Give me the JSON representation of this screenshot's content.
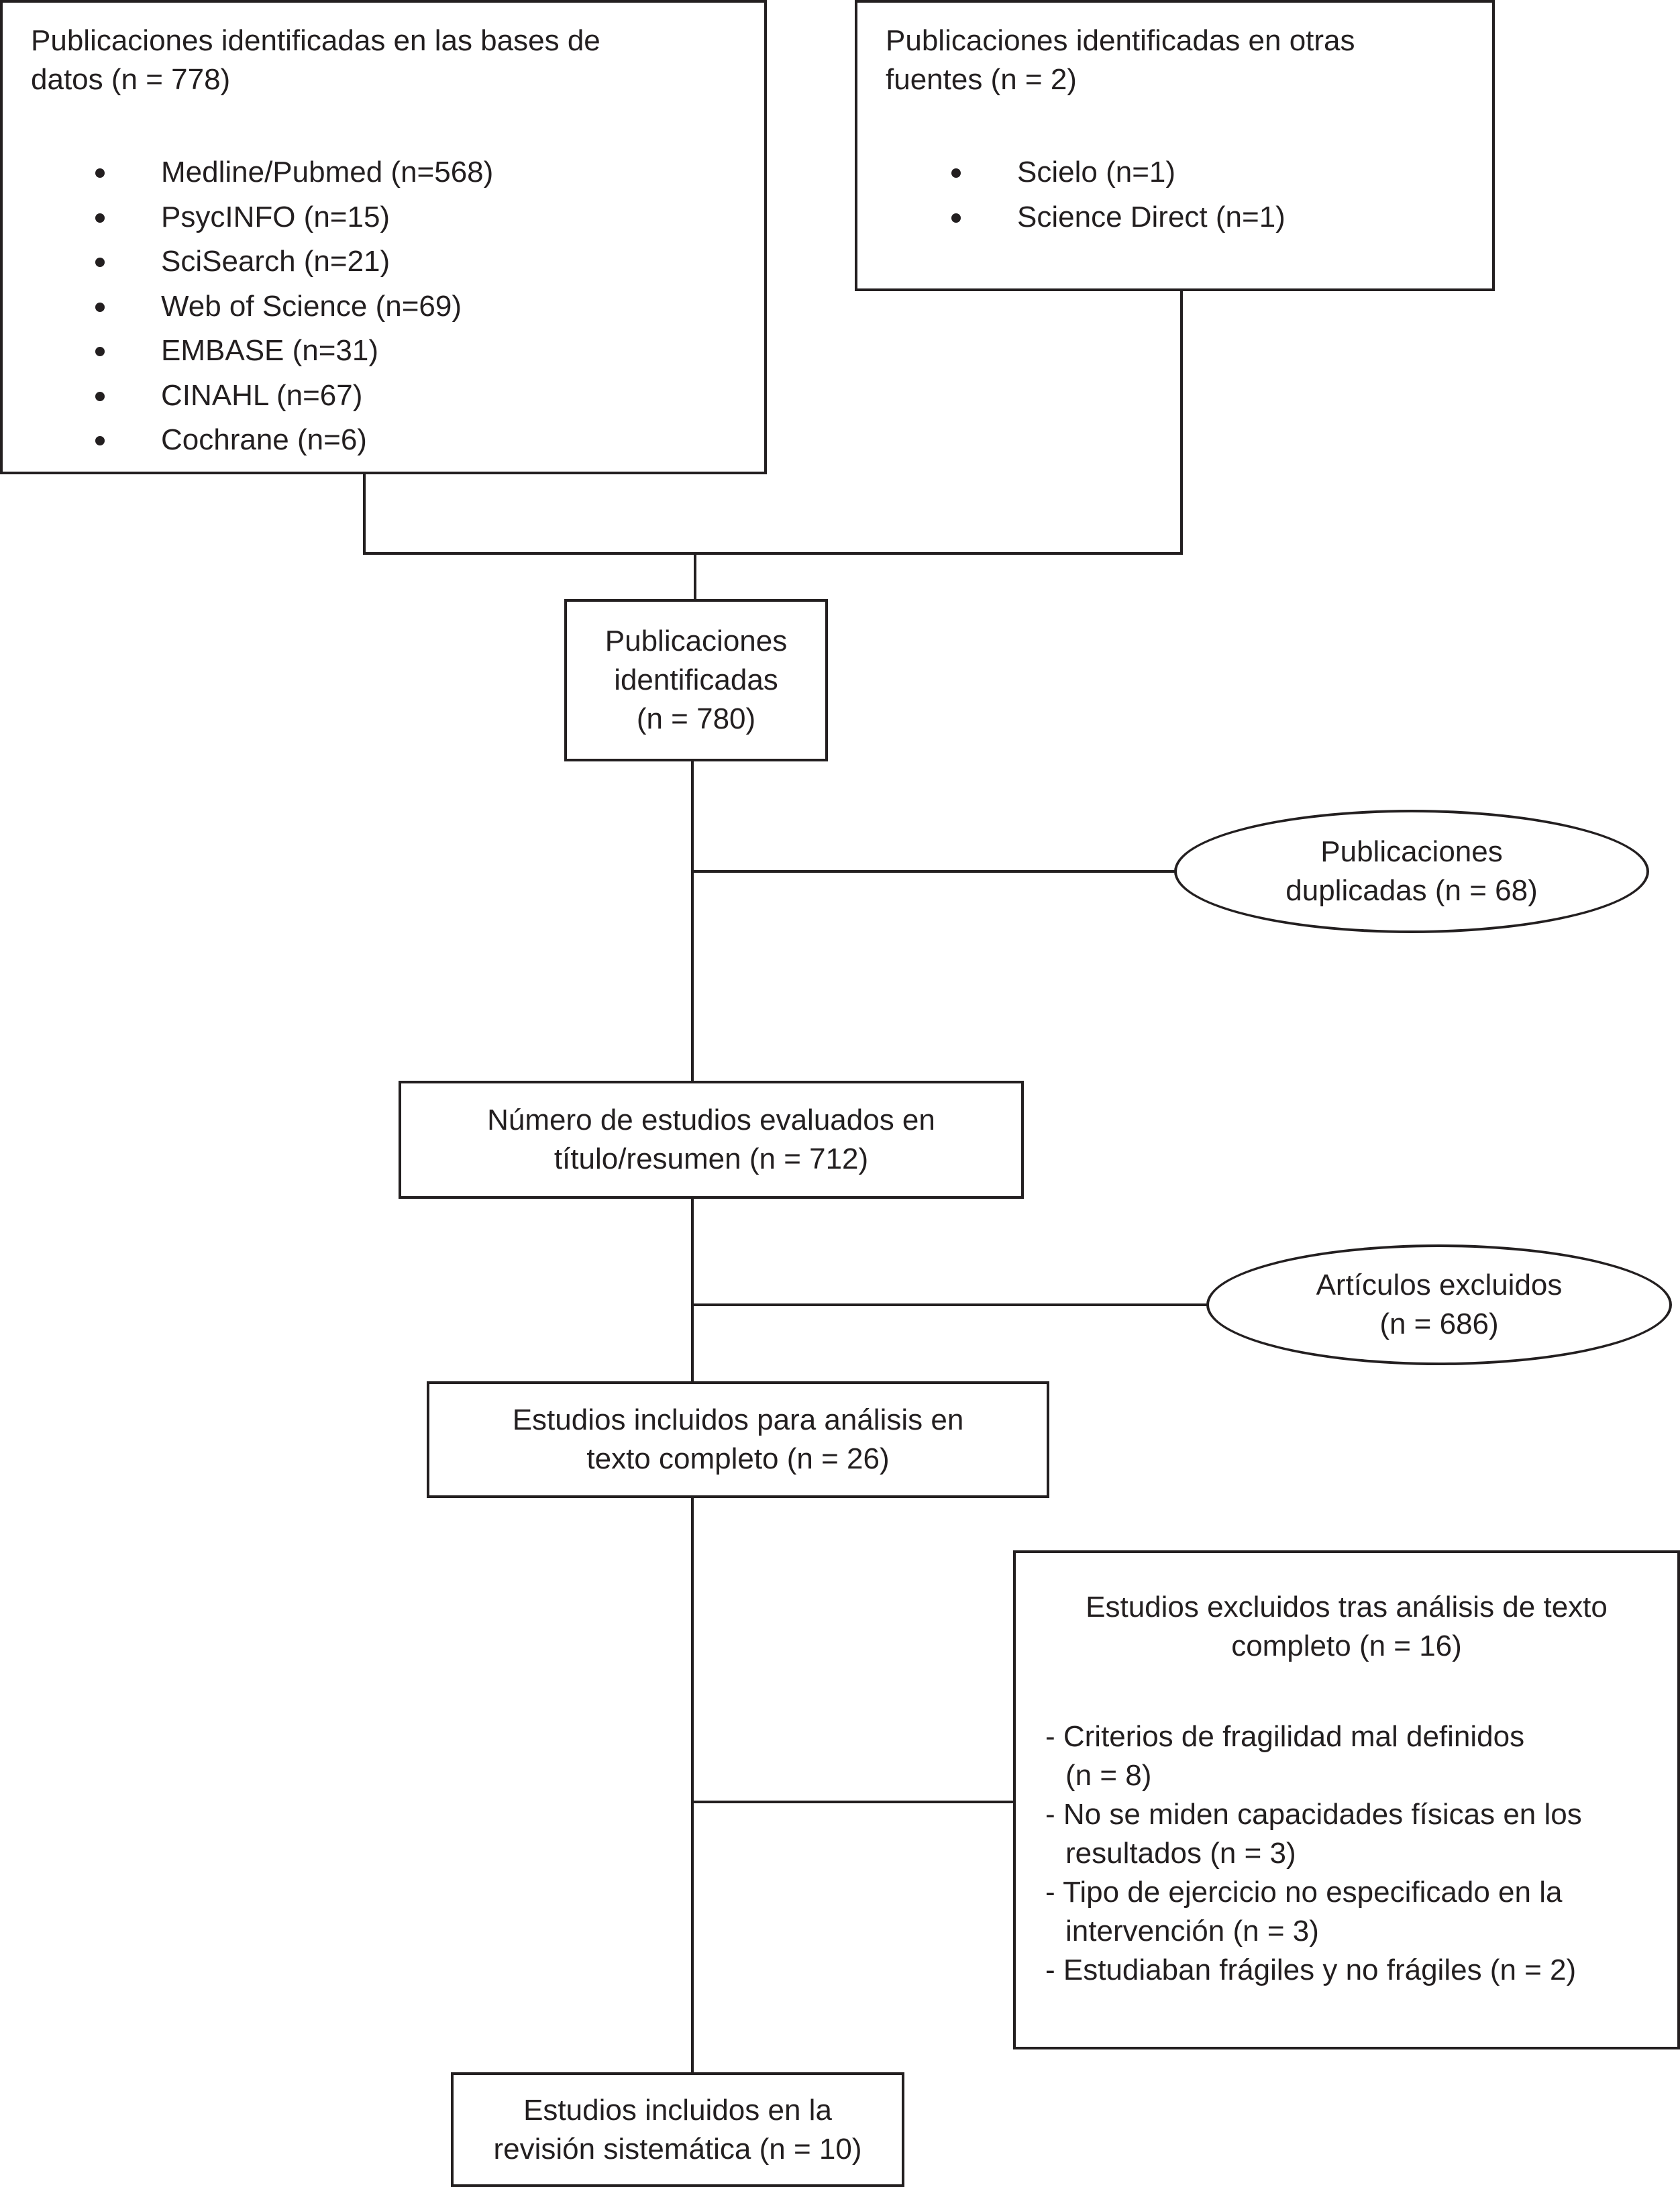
{
  "sources_db": {
    "title_lines": [
      "Publicaciones identificadas en las bases de",
      "datos (n = 778)"
    ],
    "items": [
      "Medline/Pubmed (n=568)",
      "PsycINFO (n=15)",
      "SciSearch (n=21)",
      "Web of Science (n=69)",
      "EMBASE (n=31)",
      "CINAHL (n=67)",
      "Cochrane (n=6)"
    ]
  },
  "sources_other": {
    "title_lines": [
      "Publicaciones identificadas en otras",
      "fuentes (n = 2)"
    ],
    "items": [
      "Scielo (n=1)",
      "Science Direct (n=1)"
    ]
  },
  "identified": {
    "lines": [
      "Publicaciones",
      "identificadas",
      "(n = 780)"
    ]
  },
  "duplicates": {
    "lines": [
      "Publicaciones",
      "duplicadas (n = 68)"
    ]
  },
  "screened": {
    "lines": [
      "Número de estudios evaluados en",
      "título/resumen (n = 712)"
    ]
  },
  "excluded_articles": {
    "lines": [
      "Artículos excluidos",
      "(n = 686)"
    ]
  },
  "fulltext": {
    "lines": [
      "Estudios incluidos para análisis en",
      "texto completo (n = 26)"
    ]
  },
  "excluded_fulltext": {
    "title_lines": [
      "Estudios excluidos tras análisis de texto",
      "completo (n = 16)"
    ],
    "reasons": [
      {
        "first": "- Criterios de fragilidad mal definidos",
        "cont": "(n = 8)"
      },
      {
        "first": "- No se miden capacidades físicas en los",
        "cont": "resultados (n = 3)"
      },
      {
        "first": "- Tipo de ejercicio no especificado en la",
        "cont": "intervención (n = 3)"
      },
      {
        "first": "- Estudiaban frágiles y no frágiles (n = 2)",
        "cont": ""
      }
    ]
  },
  "included": {
    "lines": [
      "Estudios incluidos en la",
      "revisión sistemática (n = 10)"
    ]
  }
}
